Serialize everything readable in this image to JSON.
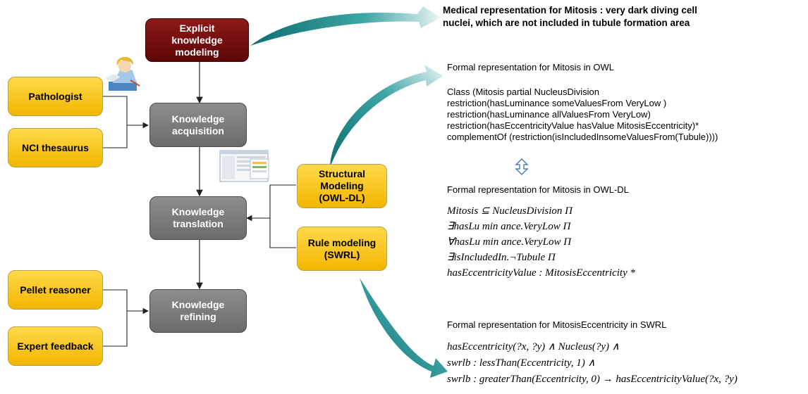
{
  "diagram": {
    "boxes": {
      "explicit": "Explicit\nknowledge\nmodeling",
      "pathologist": "Pathologist",
      "nci": "NCI thesaurus",
      "acquisition": "Knowledge\nacquisition",
      "translation": "Knowledge\ntranslation",
      "refining": "Knowledge\nrefining",
      "structural": "Structural\nModeling\n(OWL-DL)",
      "rule": "Rule modeling\n(SWRL)",
      "pellet": "Pellet reasoner",
      "expert": "Expert feedback"
    }
  },
  "right": {
    "medical_line1": "Medical representation for Mitosis : very dark diving cell",
    "medical_line2": "nuclei, which are not included in tubule formation area",
    "owl_title": "Formal representation for Mitosis in OWL",
    "owl_lines": [
      "Class (Mitosis partial NucleusDivision",
      "restriction(hasLuminance someValuesFrom VeryLow )",
      "restriction(hasLuminance allValuesFrom VeryLow)",
      "restriction(hasEccentricityValue hasValue MitosisEccentricity)*",
      "complementOf (restriction(isIncludedInsomeValuesFrom(Tubule))))"
    ],
    "owldl_title": "Formal representation for Mitosis in OWL-DL",
    "owldl_lines": [
      "Mitosis ⊆ NucleusDivision Π",
      "∃hasLu min ance.VeryLow Π",
      "∀hasLu min ance.VeryLow Π",
      "∃isIncludedIn.¬Tubule Π",
      "hasEccentricityValue : MitosisEccentricity *"
    ],
    "swrl_title": "Formal representation for MitosisEccentricity in SWRL",
    "swrl_lines": [
      "hasEccentricity(?x, ?y) ∧ Nucleus(?y) ∧",
      "swrlb : lessThan(Eccentricity, 1) ∧",
      "swrlb : greaterThan(Eccentricity, 0) → hasEccentricityValue(?x, ?y)"
    ]
  }
}
